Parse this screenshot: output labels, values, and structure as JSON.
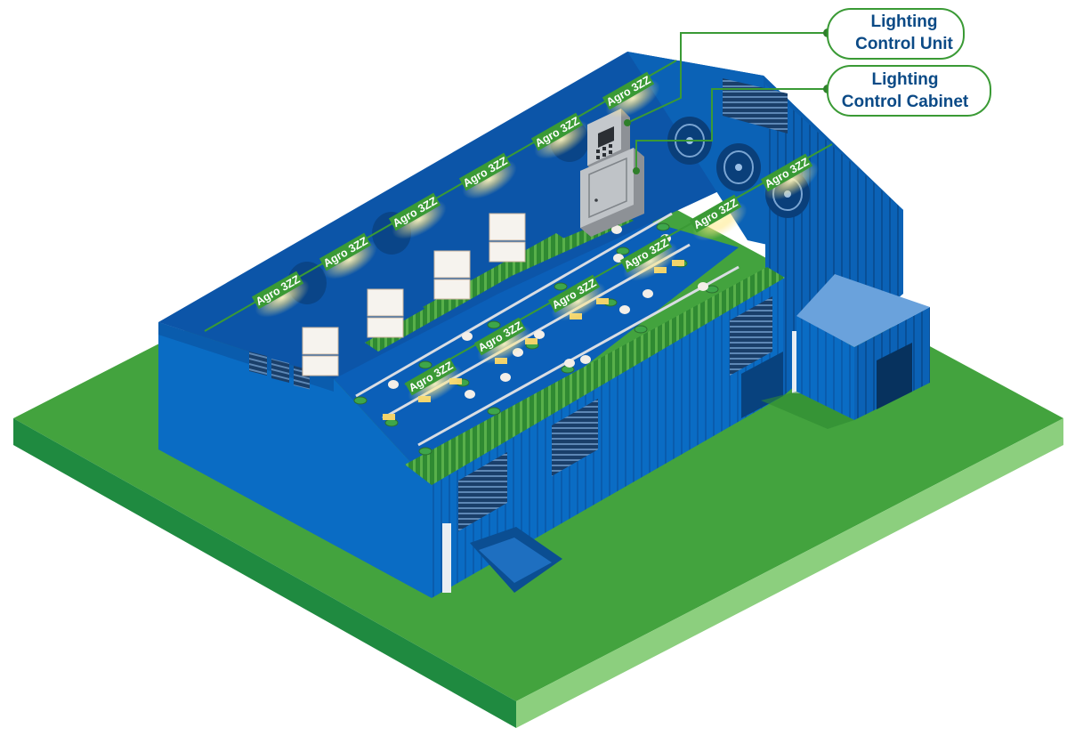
{
  "callouts": [
    {
      "id": "unit",
      "lines": [
        "Lighting",
        "Control Unit"
      ]
    },
    {
      "id": "cabinet",
      "lines": [
        "Lighting",
        "Control Cabinet"
      ]
    }
  ],
  "lamp_label": "Agro 3ZZ",
  "colors": {
    "wire": "#3a9a35",
    "building_blue": "#0a6cc4",
    "interior_blue": "#0b5fb8",
    "roof_dark": "#0c4f9e",
    "ground_top": "#43a33e",
    "ground_front": "#2a8a35",
    "ground_side": "#8ccf7e",
    "callout_border": "#3a9a35",
    "callout_text": "#0b4a86",
    "lamp_glow": "#ffe98a"
  }
}
